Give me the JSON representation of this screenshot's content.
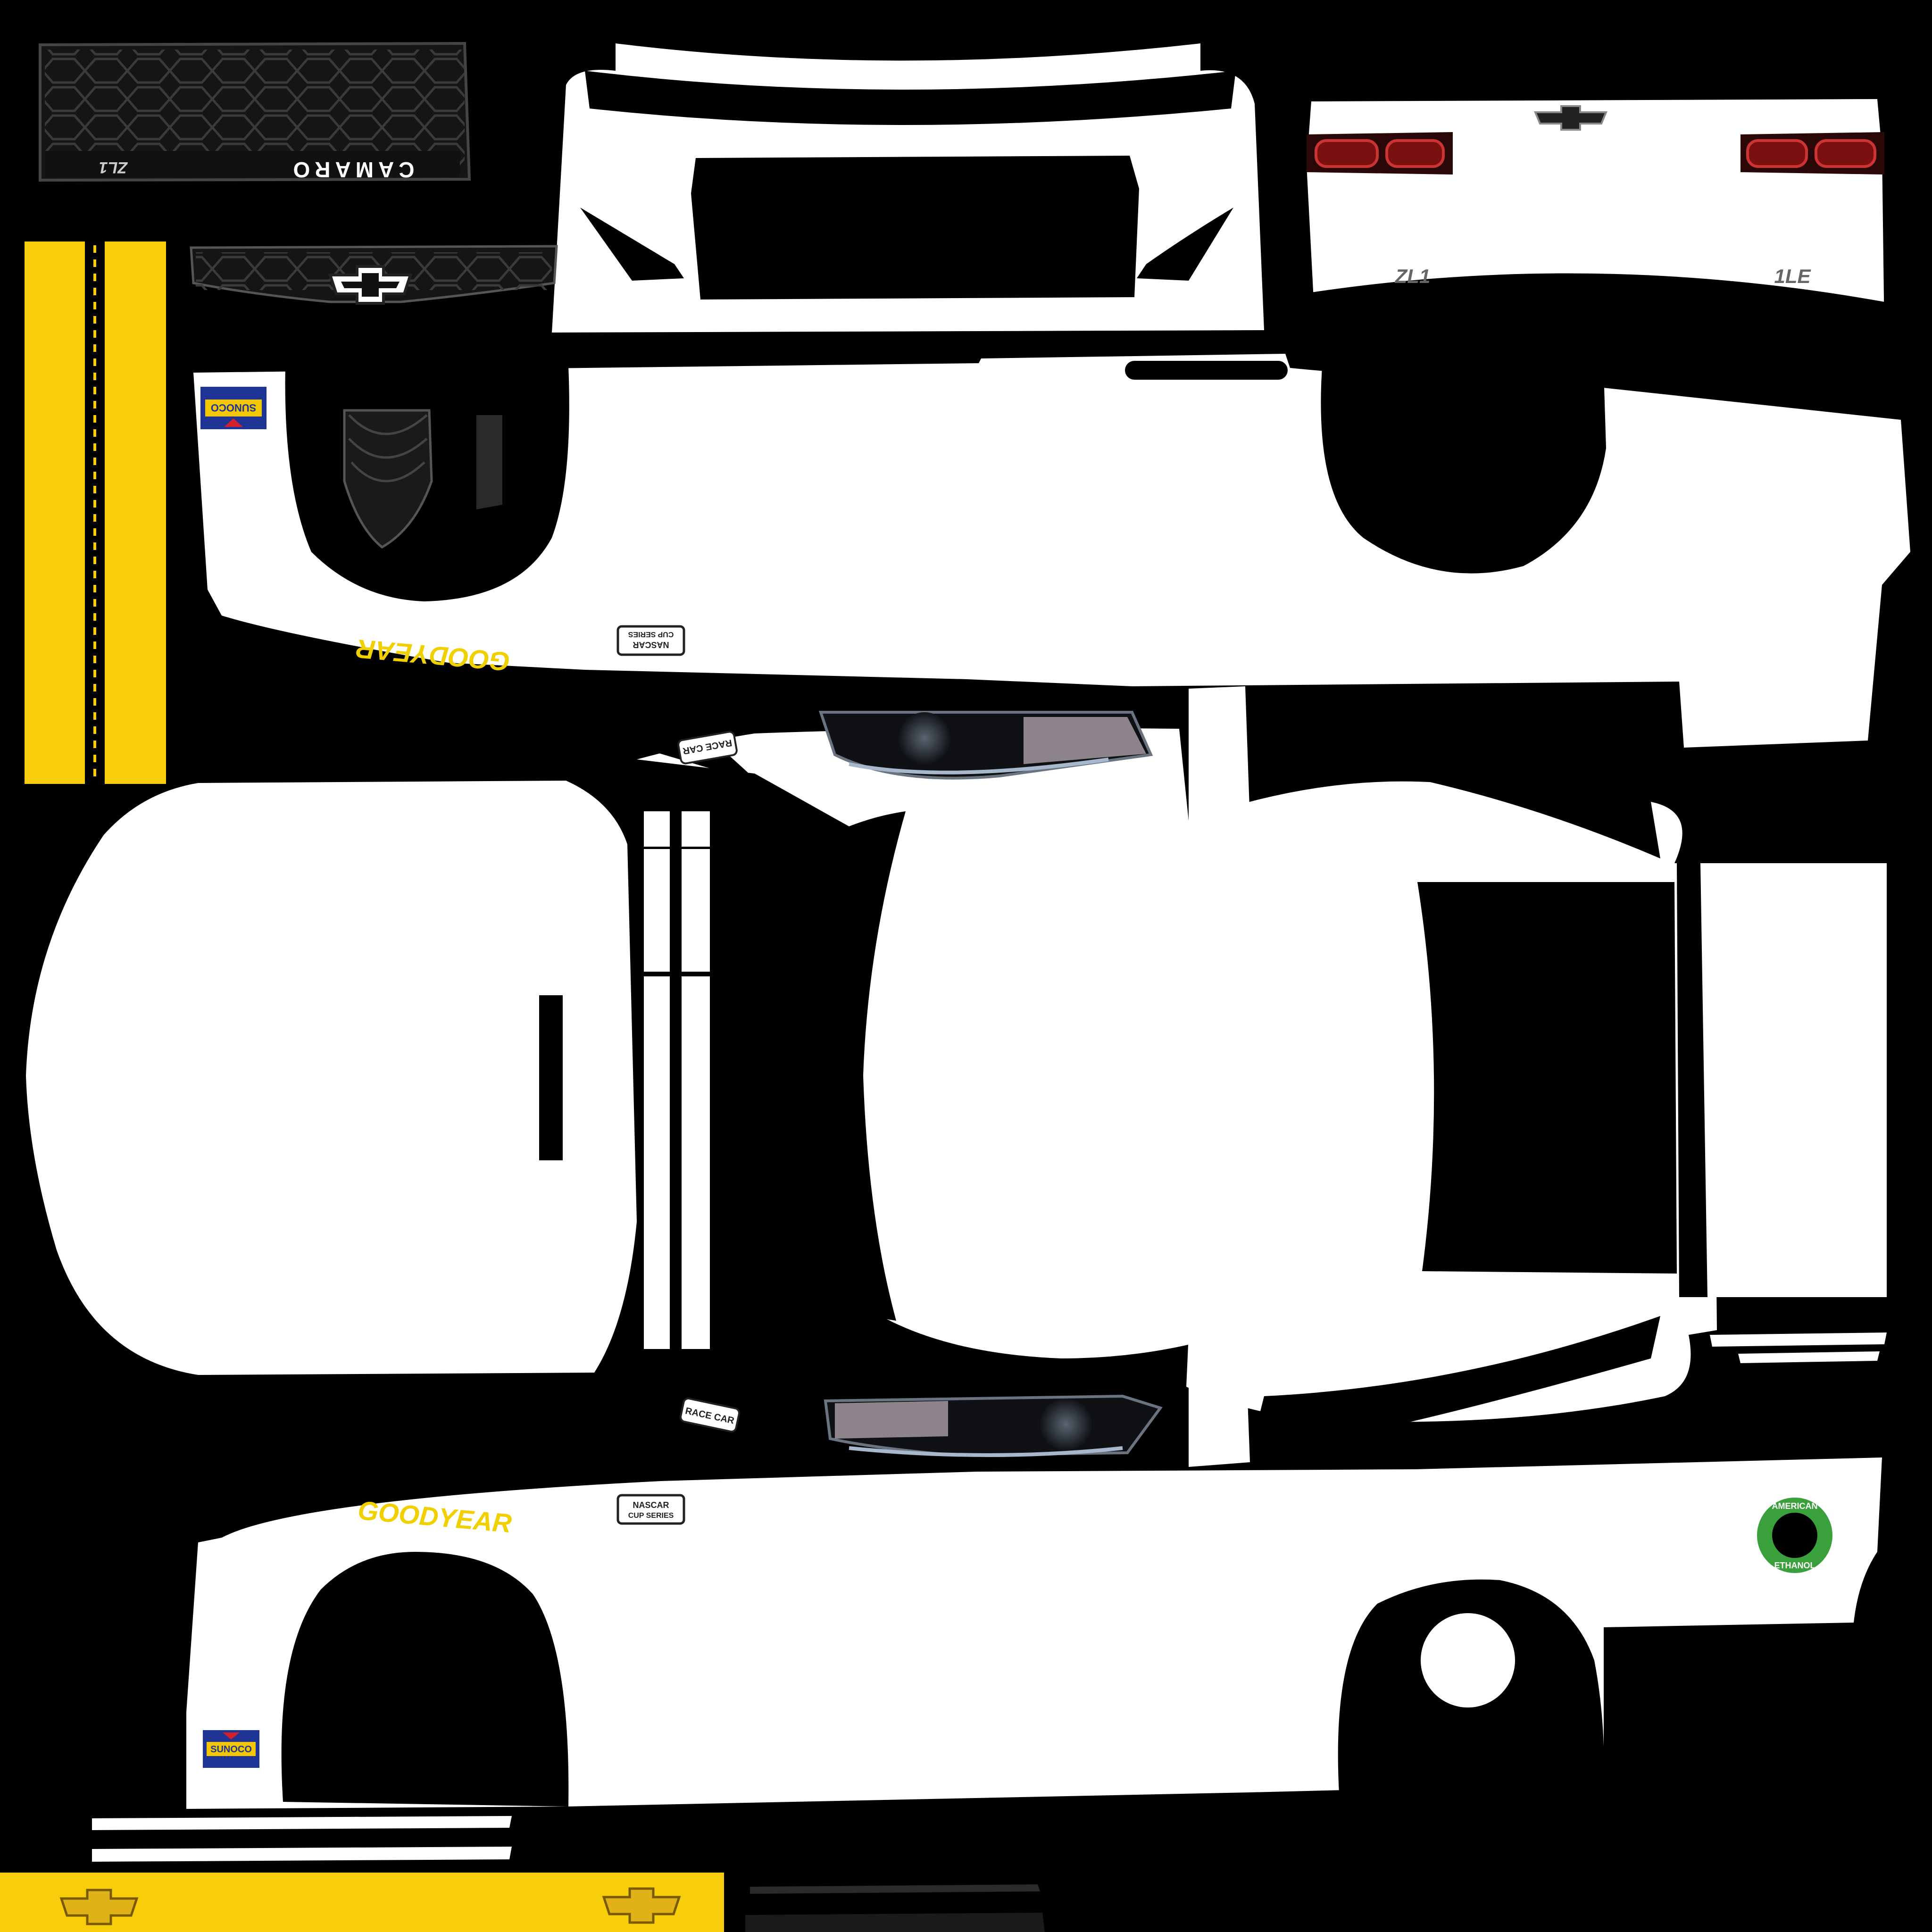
{
  "template": {
    "colors": {
      "background": "#000000",
      "body_paint": "#ffffff",
      "accent_yellow": "#f8cd0c",
      "bowtie_gold": "#e0b21a",
      "sunoco_blue": "#1f3596",
      "sunoco_yellow": "#f4c700",
      "sunoco_red": "#d4202a",
      "ethanol_green": "#3aa03c",
      "grille_dark": "#1b1b1b",
      "taillight_red": "#7a1010"
    },
    "grille_text": "CAMARO",
    "grille_badge": "ZL1",
    "rear_badge_left": "ZL1",
    "rear_badge_right": "1LE",
    "goodyear_text": "GOODYEAR",
    "sunoco_text": "SUNOCO",
    "nascar_text": "NASCAR",
    "cup_series_text": "CUP SERIES",
    "race_car_text": "RACE CAR",
    "ethanol_top": "AMERICAN",
    "ethanol_bottom": "ETHANOL"
  }
}
